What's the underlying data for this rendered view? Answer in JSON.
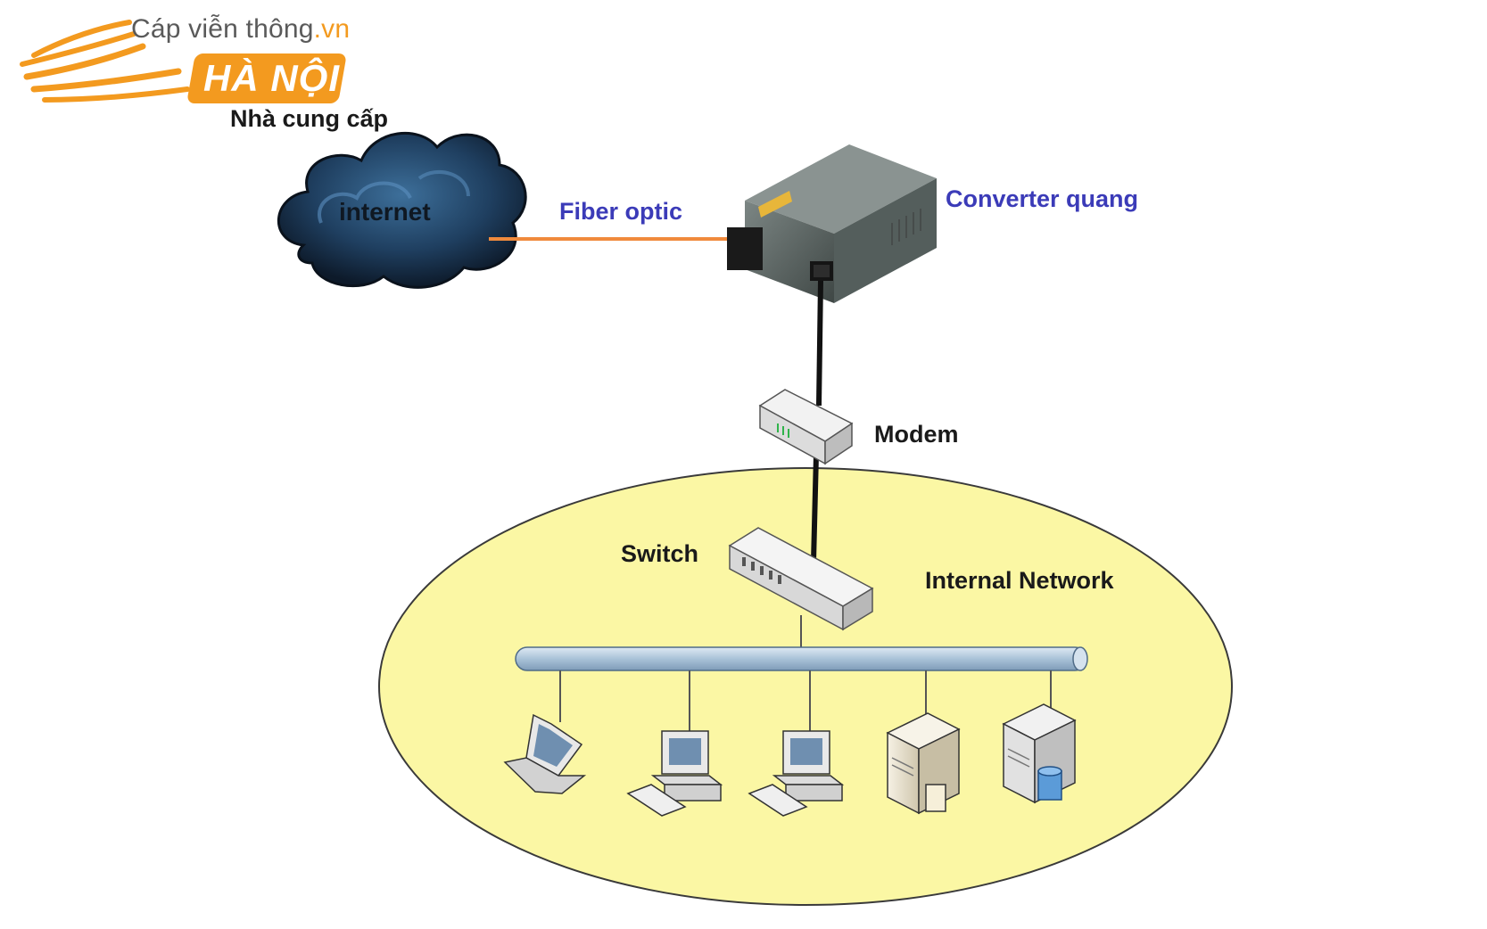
{
  "brand": {
    "site_name": "Cáp viễn thông",
    "site_suffix": ".vn",
    "badge": "HÀ NỘI"
  },
  "labels": {
    "provider": "Nhà cung cấp",
    "internet": "internet",
    "fiber": "Fiber optic",
    "converter": "Converter quang",
    "modem": "Modem",
    "switch": "Switch",
    "internal_network": "Internal Network"
  },
  "colors": {
    "accent_orange": "#f39a1f",
    "label_blue": "#3b3bb8",
    "network_fill": "#fbf7a4",
    "bus_pipe": "#b7cde0",
    "fiber_line": "#f08a3c"
  },
  "devices": {
    "endpoints": [
      "laptop-icon",
      "desktop-icon",
      "desktop-icon",
      "server-icon",
      "database-server-icon"
    ]
  }
}
